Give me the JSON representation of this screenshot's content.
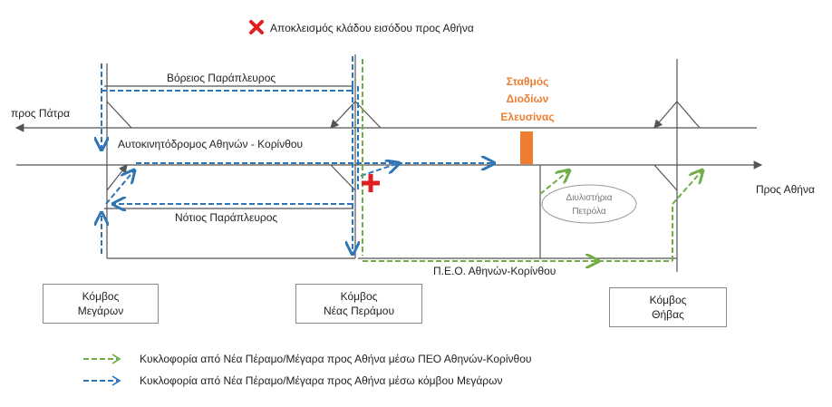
{
  "notice": {
    "closure_text": "Αποκλεισμός κλάδου εισόδου προς Αθήνα",
    "closure_icon": "red-x-icon"
  },
  "roads": {
    "north_service": "Βόρειος Παράπλευρος",
    "south_service": "Νότιος Παράπλευρος",
    "motorway": "Αυτοκινητόδρομος Αθηνών - Κορίνθου",
    "old_road": "Π.Ε.Ο. Αθηνών-Κορίνθου",
    "to_patra": "προς Πάτρα",
    "to_athens": "Προς Αθήνα"
  },
  "toll": {
    "line1": "Σταθμός",
    "line2": "Διοδίων",
    "line3": "Ελευσίνας",
    "color": "#ED7D31"
  },
  "refinery": {
    "line1": "Διυλιστήρια",
    "line2": "Πετρόλα"
  },
  "nodes": [
    {
      "line1": "Κόμβος",
      "line2": "Μεγάρων"
    },
    {
      "line1": "Κόμβος",
      "line2": "Νέας Περάμου"
    },
    {
      "line1": "Κόμβος",
      "line2": "Θήβας"
    }
  ],
  "legend": [
    {
      "text": "Κυκλοφορία από Νέα Πέραμο/Μέγαρα προς Αθήνα μέσω ΠΕΟ Αθηνών-Κορίνθου",
      "color": "#70AD47"
    },
    {
      "text": "Κυκλοφορία από Νέα Πέραμο/Μέγαρα προς Αθήνα μέσω κόμβου Μεγάρων",
      "color": "#2E75B6"
    }
  ],
  "colors": {
    "closure": "#E02020",
    "green_route": "#70AD47",
    "blue_route": "#2E75B6",
    "road": "#555555"
  }
}
